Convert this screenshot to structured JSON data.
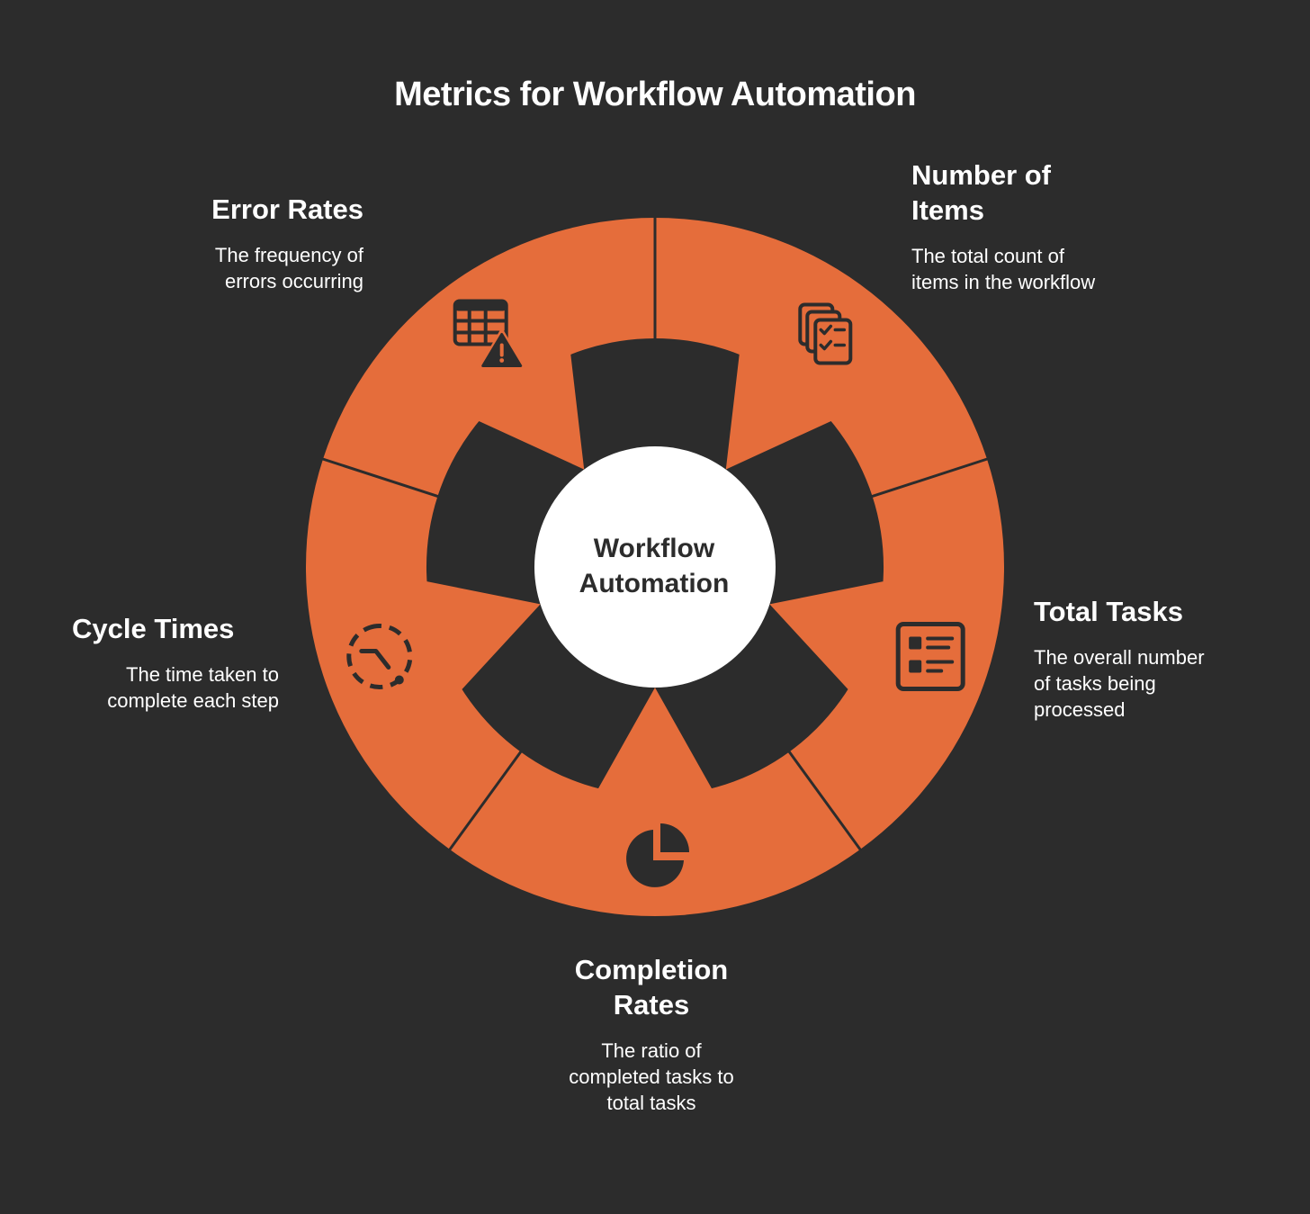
{
  "title": "Metrics for Workflow Automation",
  "hub": {
    "line1": "Workflow",
    "line2": "Automation"
  },
  "colors": {
    "background": "#2c2c2c",
    "segment": "#e56d3b",
    "hub": "#ffffff",
    "text": "#ffffff",
    "hubText": "#2c2c2c"
  },
  "metrics": [
    {
      "id": "number-of-items",
      "title_1": "Number of",
      "title_2": "Items",
      "desc_1": "The total count of",
      "desc_2": "items in the workflow",
      "icon": "checklist-documents-icon"
    },
    {
      "id": "total-tasks",
      "title_1": "Total Tasks",
      "desc_1": "The overall number",
      "desc_2": "of tasks being",
      "desc_3": "processed",
      "icon": "task-list-icon"
    },
    {
      "id": "completion-rates",
      "title_1": "Completion",
      "title_2": "Rates",
      "desc_1": "The ratio of",
      "desc_2": "completed tasks to",
      "desc_3": "total tasks",
      "icon": "pie-chart-icon"
    },
    {
      "id": "cycle-times",
      "title_1": "Cycle Times",
      "desc_1": "The time taken to",
      "desc_2": "complete each step",
      "icon": "timer-icon"
    },
    {
      "id": "error-rates",
      "title_1": "Error Rates",
      "desc_1": "The frequency of",
      "desc_2": "errors occurring",
      "icon": "table-warning-icon"
    }
  ]
}
